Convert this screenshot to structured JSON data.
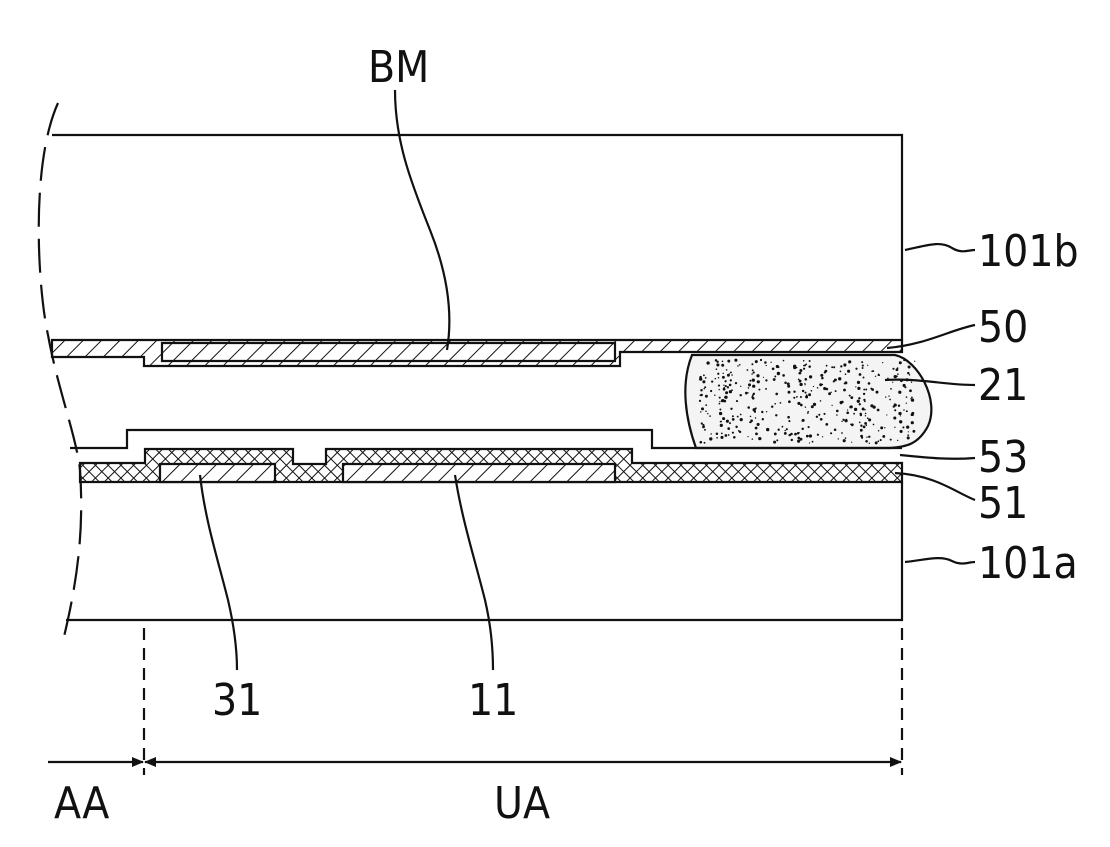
{
  "labels": {
    "bm": "BM",
    "upper_substrate": "101b",
    "layer_50": "50",
    "layer_21": "21",
    "layer_53": "53",
    "layer_51": "51",
    "lower_substrate": "101a",
    "element_31": "31",
    "element_11": "11",
    "region_aa": "AA",
    "region_ua": "UA"
  }
}
